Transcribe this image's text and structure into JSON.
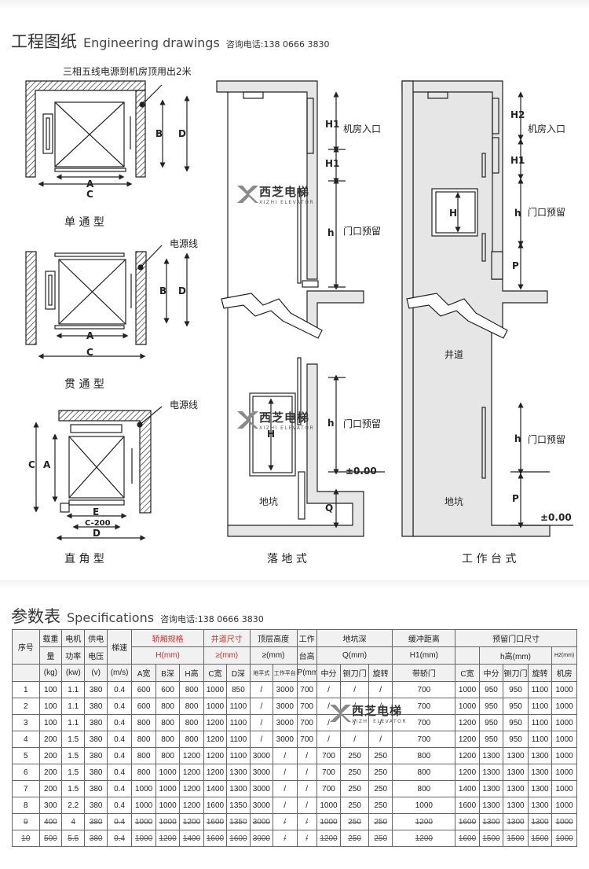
{
  "header": {
    "title_cn": "工程图纸",
    "title_en": "Engineering drawings",
    "phone": "咨询电话:138 0666 3830"
  },
  "drawings": {
    "note_top": "三相五线电源到机房顶用出2米",
    "power_line": "电源线",
    "type_single": "单 通 型",
    "type_through": "贯 通 型",
    "type_right": "直 角 型",
    "type_floor": "落 地 式",
    "type_platform": "工 作 台 式",
    "labels": {
      "A": "A",
      "B": "B",
      "C": "C",
      "D": "D",
      "E": "E",
      "C200": "C-200",
      "H": "H",
      "H1": "H1",
      "H2": "H2",
      "h": "h",
      "P": "P",
      "Q": "Q",
      "machine_room": "机房入口",
      "door_reserve": "门口预留",
      "pit": "地坑",
      "shaft": "井道",
      "zero": "±0.00"
    }
  },
  "watermark": {
    "name_cn": "西芝电梯",
    "name_en": "XIZHI ELEVATOR"
  },
  "specs": {
    "title_cn": "参数表",
    "title_en": "Specifications",
    "phone": "咨询电话:138 0666 3830",
    "h1": {
      "seq": "序号",
      "load": "载重",
      "motor": "电机",
      "supply": "供电",
      "speed": "梯速",
      "car": "轿厢规格",
      "shaft": "井道尺寸",
      "top": "顶层高度",
      "work": "工作",
      "pit": "地坑深",
      "buffer": "缓冲距离",
      "door": "预留门口尺寸"
    },
    "h2": {
      "load": "量",
      "motor": "功率",
      "supply": "电压",
      "car": "H(mm)",
      "shaft": "≥(mm)",
      "top": "≥(mm)",
      "work": "台高",
      "pit": "Q(mm)",
      "buffer": "H1(mm)",
      "door": "h高(mm)",
      "door_h2": "H2(mm)"
    },
    "h3": {
      "load": "(kg)",
      "motor": "(kw)",
      "supply": "(v)",
      "speed": "(m/s)",
      "a": "A宽",
      "b": "B深",
      "hh": "H高",
      "c": "C宽",
      "d": "D深",
      "t1": "地平式",
      "t2": "工作平台",
      "p": "P(mm)",
      "p1": "中分",
      "p2": "铡刀门",
      "p3": "旋转",
      "buf": "带轿门",
      "cw": "C宽",
      "d1": "中分",
      "d2": "铡刀门",
      "d3": "旋转",
      "d4": "机房"
    },
    "rows": [
      [
        "1",
        "100",
        "1.1",
        "380",
        "0.4",
        "600",
        "600",
        "800",
        "1000",
        "850",
        "/",
        "3000",
        "700",
        "/",
        "/",
        "/",
        "700",
        "1000",
        "950",
        "950",
        "1100",
        "1000"
      ],
      [
        "2",
        "100",
        "1.1",
        "380",
        "0.4",
        "600",
        "800",
        "800",
        "1000",
        "1100",
        "/",
        "3000",
        "700",
        "/",
        "/",
        "/",
        "700",
        "1000",
        "950",
        "950",
        "1100",
        "1000"
      ],
      [
        "3",
        "100",
        "1.1",
        "380",
        "0.4",
        "800",
        "800",
        "800",
        "1200",
        "1100",
        "/",
        "3000",
        "700",
        "/",
        "/",
        "/",
        "700",
        "1200",
        "950",
        "950",
        "1100",
        "1000"
      ],
      [
        "4",
        "200",
        "1.5",
        "380",
        "0.4",
        "800",
        "800",
        "800",
        "1200",
        "1100",
        "/",
        "3000",
        "700",
        "/",
        "/",
        "/",
        "700",
        "1200",
        "950",
        "950",
        "1100",
        "1000"
      ],
      [
        "5",
        "200",
        "1.5",
        "380",
        "0.4",
        "800",
        "800",
        "1200",
        "1200",
        "1100",
        "3000",
        "/",
        "/",
        "700",
        "250",
        "250",
        "800",
        "1200",
        "1300",
        "1300",
        "1300",
        "1000"
      ],
      [
        "6",
        "200",
        "1.5",
        "380",
        "0.4",
        "800",
        "1000",
        "1200",
        "1200",
        "1300",
        "3000",
        "/",
        "/",
        "700",
        "250",
        "250",
        "800",
        "1200",
        "1300",
        "1300",
        "1300",
        "1000"
      ],
      [
        "7",
        "200",
        "1.5",
        "380",
        "0.4",
        "1000",
        "1000",
        "1200",
        "1400",
        "1300",
        "3000",
        "/",
        "/",
        "700",
        "250",
        "250",
        "800",
        "1400",
        "1300",
        "1300",
        "1300",
        "1000"
      ],
      [
        "8",
        "300",
        "2.2",
        "380",
        "0.4",
        "1000",
        "1000",
        "1200",
        "1600",
        "1350",
        "3000",
        "/",
        "/",
        "1000",
        "250",
        "250",
        "1000",
        "1600",
        "1300",
        "1300",
        "1300",
        "1000"
      ],
      [
        "9",
        "400",
        "4",
        "380",
        "0.4",
        "1000",
        "1000",
        "1200",
        "1600",
        "1350",
        "3000",
        "/",
        "/",
        "1000",
        "250",
        "250",
        "1200",
        "1600",
        "1300",
        "1300",
        "1300",
        "1000"
      ],
      [
        "10",
        "500",
        "5.5",
        "380",
        "0.4",
        "1000",
        "1200",
        "1400",
        "1600",
        "1600",
        "3000",
        "/",
        "/",
        "1200",
        "250",
        "250",
        "1200",
        "1600",
        "1500",
        "1500",
        "1500",
        "1000"
      ]
    ]
  }
}
